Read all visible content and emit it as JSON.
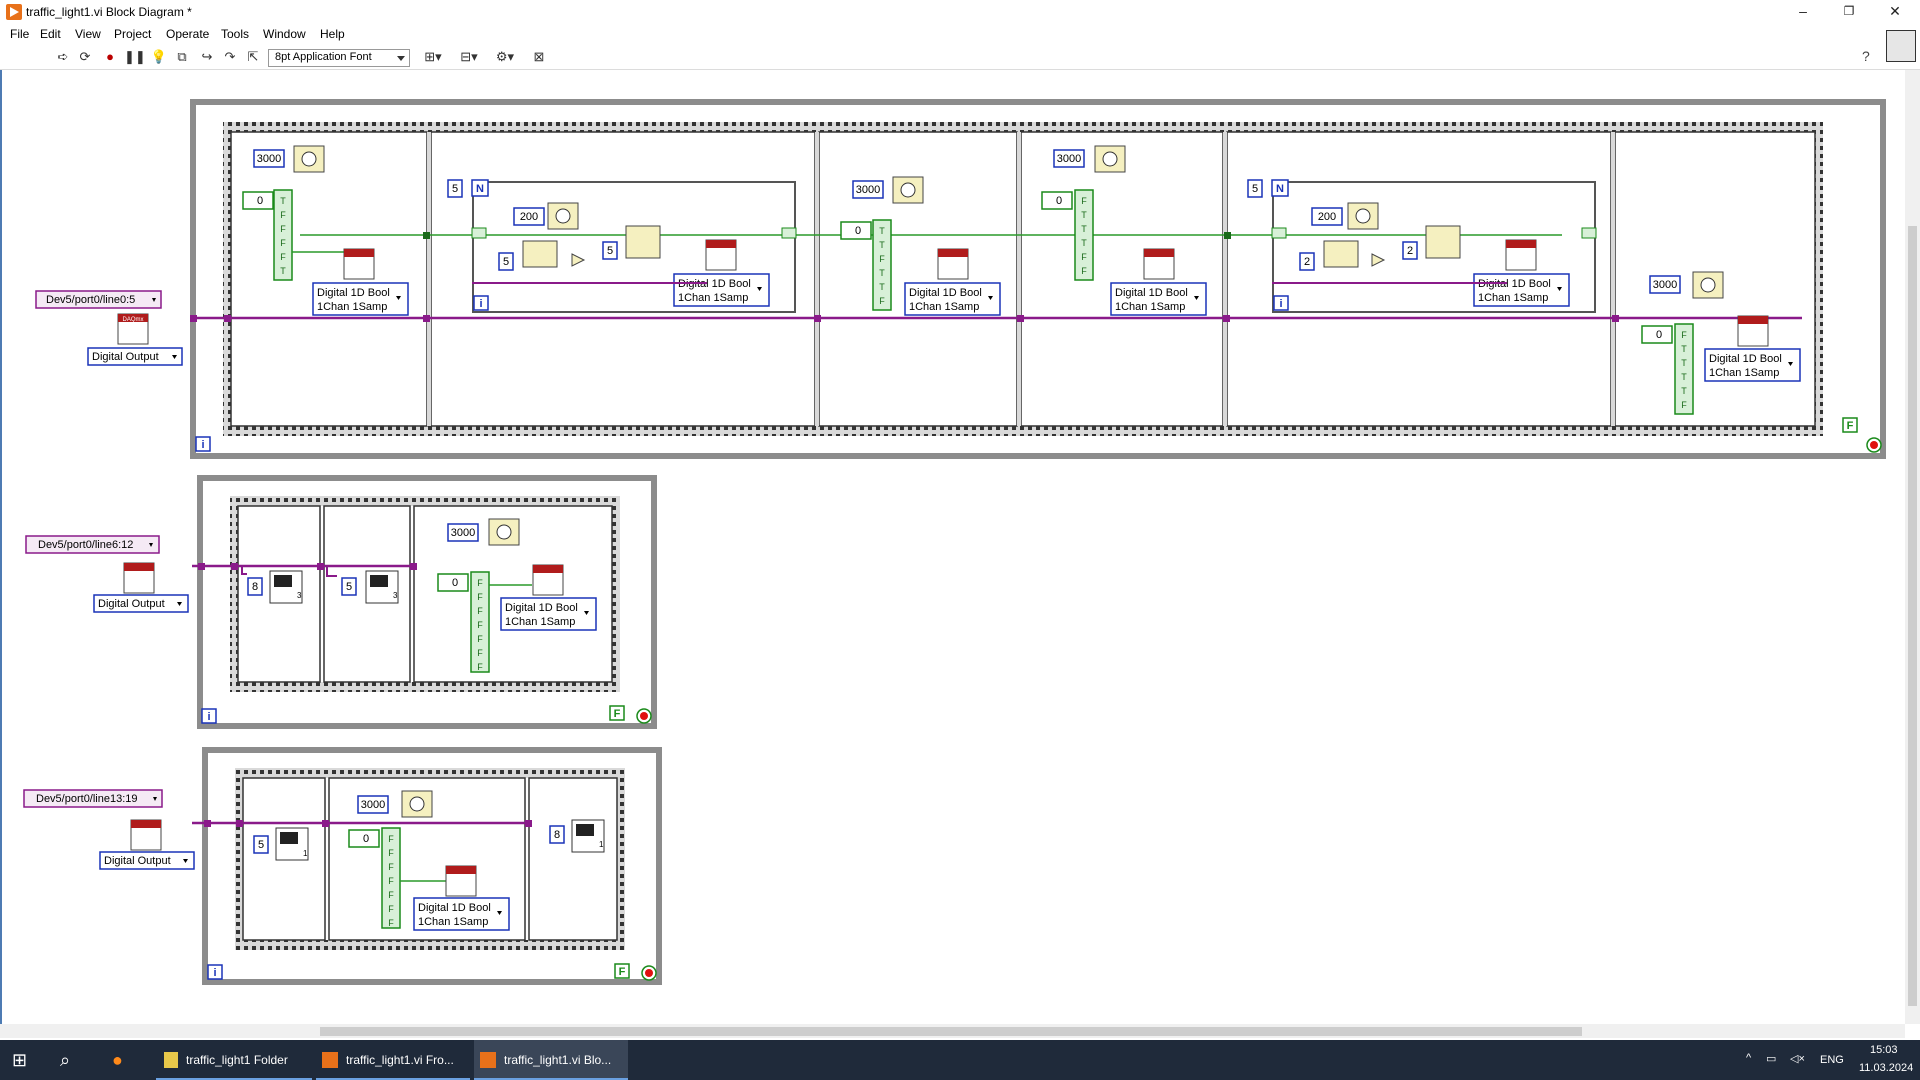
{
  "window": {
    "title": "traffic_light1.vi Block Diagram *",
    "minimize": "–",
    "restore": "❐",
    "close": "✕"
  },
  "menu": [
    "File",
    "Edit",
    "View",
    "Project",
    "Operate",
    "Tools",
    "Window",
    "Help"
  ],
  "toolbar": {
    "font": "8pt Application Font",
    "help": "?"
  },
  "diagram": {
    "loop1": {
      "channel": "Dev5/port0/line0:5",
      "create_mode": "Digital Output",
      "frames": [
        {
          "wait": "3000",
          "array_index": "0",
          "bools": [
            "T",
            "F",
            "F",
            "F",
            "F",
            "T"
          ],
          "write": "Digital 1D Bool\n1Chan 1Samp"
        },
        {
          "count": "5",
          "wait": "200",
          "in1": "5",
          "in2": "5",
          "write": "Digital 1D Bool\n1Chan 1Samp"
        },
        {
          "wait": "3000",
          "array_index": "0",
          "bools": [
            "T",
            "T",
            "F",
            "T",
            "T",
            "F"
          ],
          "write": "Digital 1D Bool\n1Chan 1Samp"
        },
        {
          "wait": "3000",
          "array_index": "0",
          "bools": [
            "F",
            "T",
            "T",
            "T",
            "F",
            "F"
          ],
          "write": "Digital 1D Bool\n1Chan 1Samp"
        },
        {
          "count": "5",
          "wait": "200",
          "in1": "2",
          "in2": "2",
          "write": "Digital 1D Bool\n1Chan 1Samp"
        },
        {
          "wait": "3000",
          "array_index": "0",
          "bools": [
            "F",
            "T",
            "T",
            "T",
            "T",
            "F"
          ],
          "write": "Digital 1D Bool\n1Chan 1Samp"
        }
      ],
      "stop": "F"
    },
    "loop2": {
      "channel": "Dev5/port0/line6:12",
      "create_mode": "Digital Output",
      "sub1_in": "8",
      "sub2_in": "5",
      "wait": "3000",
      "array_index": "0",
      "bools": [
        "F",
        "F",
        "F",
        "F",
        "F",
        "F",
        "F"
      ],
      "write": "Digital 1D Bool\n1Chan 1Samp",
      "sub_badge": "3",
      "stop": "F"
    },
    "loop3": {
      "channel": "Dev5/port0/line13:19",
      "create_mode": "Digital Output",
      "sub1_in": "5",
      "wait": "3000",
      "array_index": "0",
      "bools": [
        "F",
        "F",
        "F",
        "F",
        "F",
        "F",
        "F"
      ],
      "write": "Digital 1D Bool\n1Chan 1Samp",
      "sub3_in": "8",
      "sub_badge": "1",
      "stop": "F"
    },
    "iter_label": "i",
    "count_label": "N",
    "daq_label": "DAQmx"
  },
  "taskbar": {
    "items": [
      "traffic_light1 Folder",
      "traffic_light1.vi Fro...",
      "traffic_light1.vi Blo..."
    ],
    "lang": "ENG",
    "time": "15:03",
    "date": "11.03.2024"
  }
}
